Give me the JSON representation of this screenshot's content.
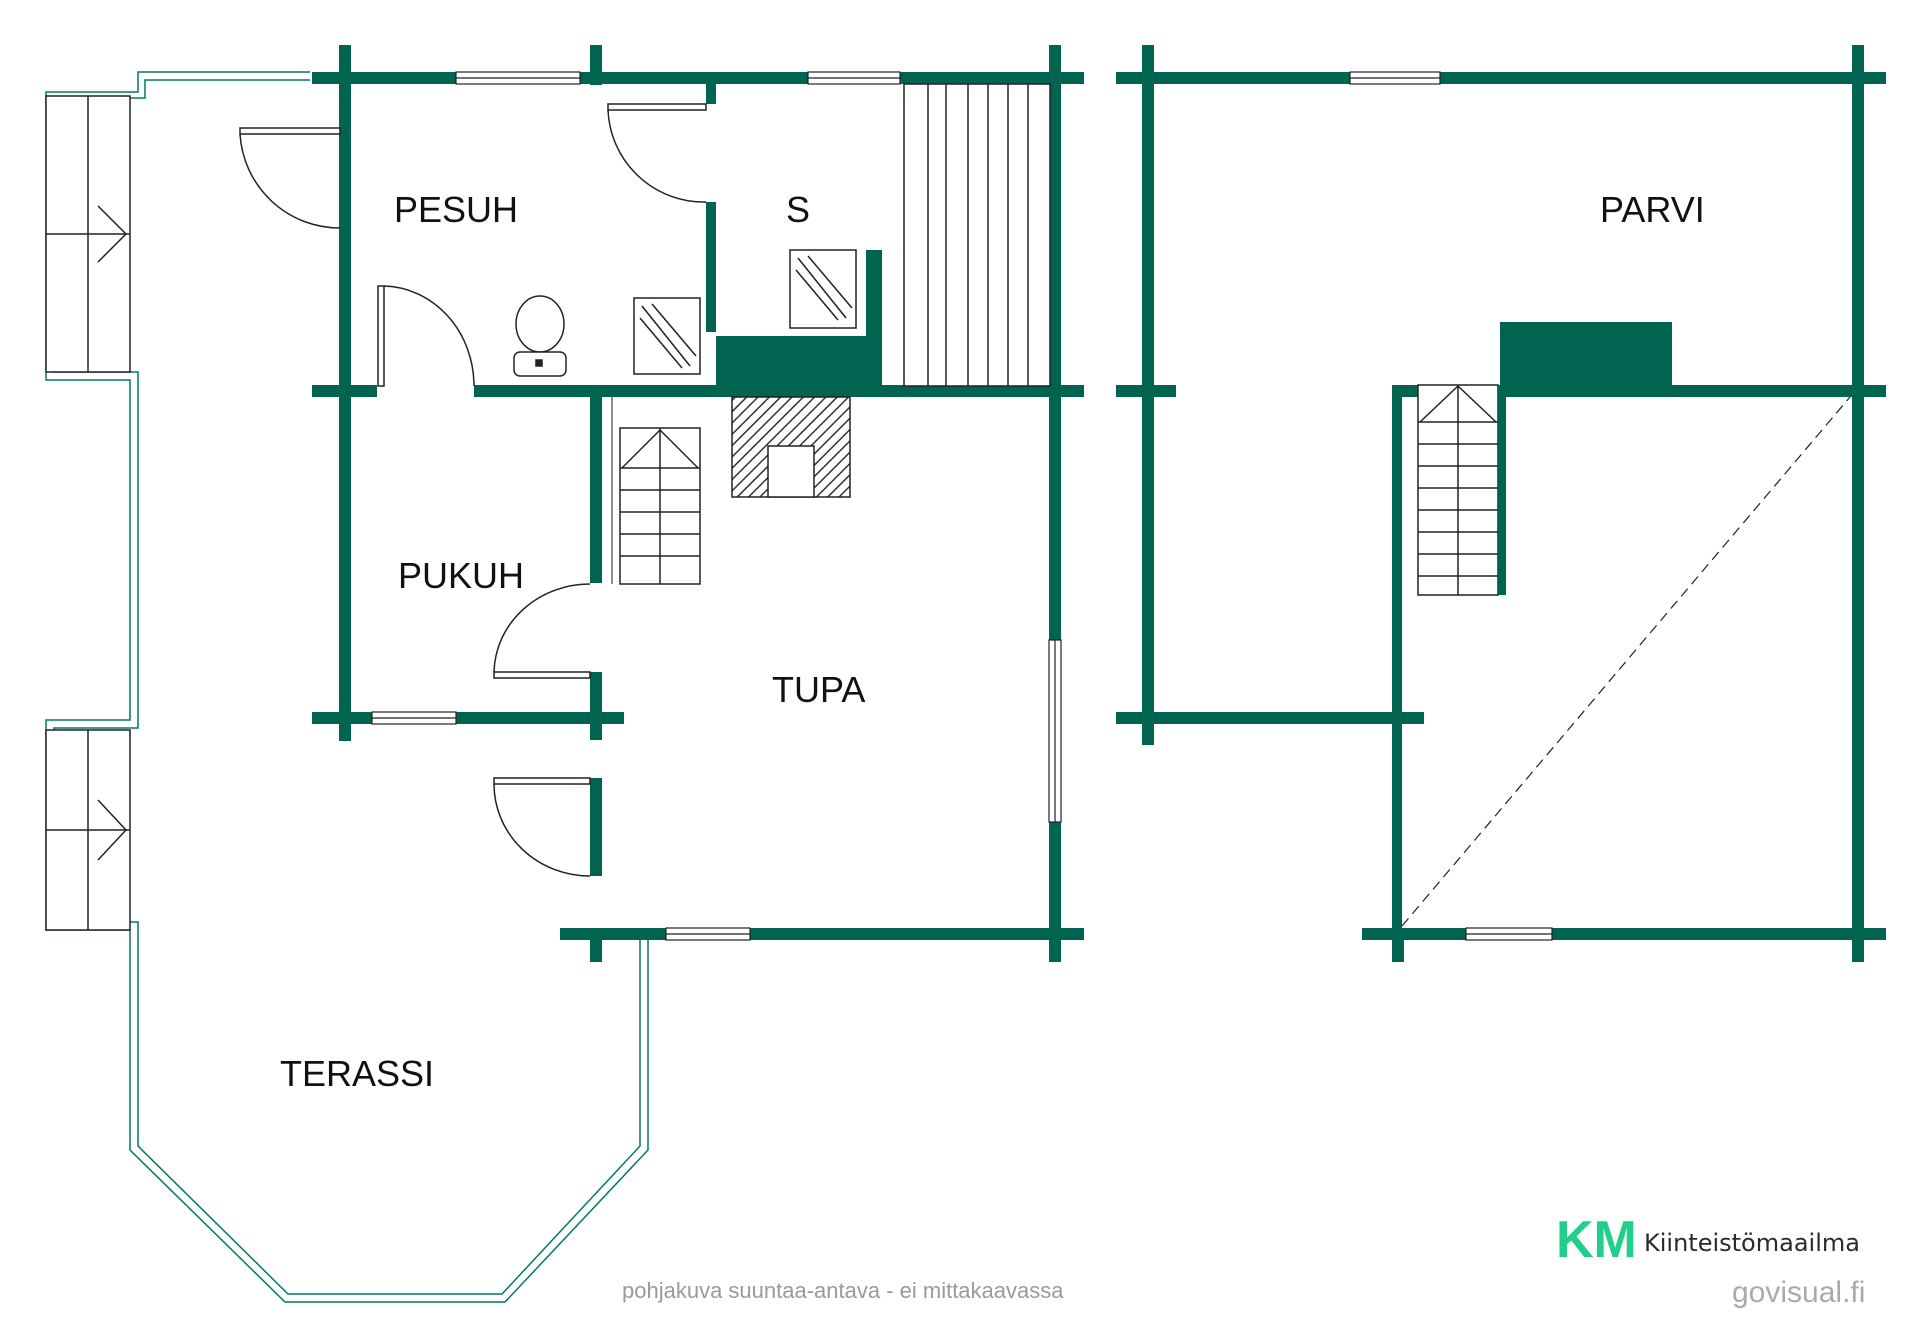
{
  "colors": {
    "wall": "#006450",
    "deck": "#007a60",
    "line": "#222222",
    "logo_light": "#1fd08a",
    "logo_dark": "#006450",
    "note": "#9a9a9a"
  },
  "rooms": {
    "pesuh": "PESUH",
    "sauna": "S",
    "pukuh": "PUKUH",
    "tupa": "TUPA",
    "terassi": "TERASSI",
    "parvi": "PARVI"
  },
  "footer": {
    "disclaimer": "pohjakuva suuntaa-antava - ei mittakaavassa",
    "logo_mark": "KM",
    "brand_name": "Kiinteistömaailma",
    "credit": "govisual.fi"
  },
  "icons": {
    "logo": "km-logo-icon"
  }
}
